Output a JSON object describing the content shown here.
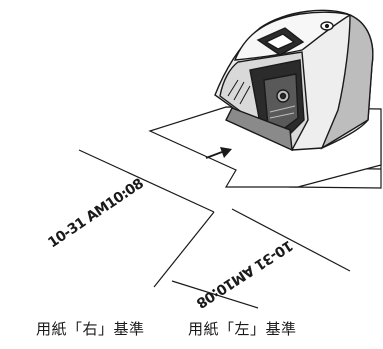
{
  "stamps": {
    "right_based": "10-31 AM10:08",
    "left_based": "10-31 AM10:08"
  },
  "captions": {
    "right_based": "用紙「右」基準",
    "left_based": "用紙「左」基準"
  },
  "colors": {
    "line": "#1a1a1a",
    "paper": "#ffffff",
    "body_shade": "#bdbdbd",
    "window": "#2b2b2b"
  },
  "icons": {
    "arrow": "arrow-right-icon"
  }
}
